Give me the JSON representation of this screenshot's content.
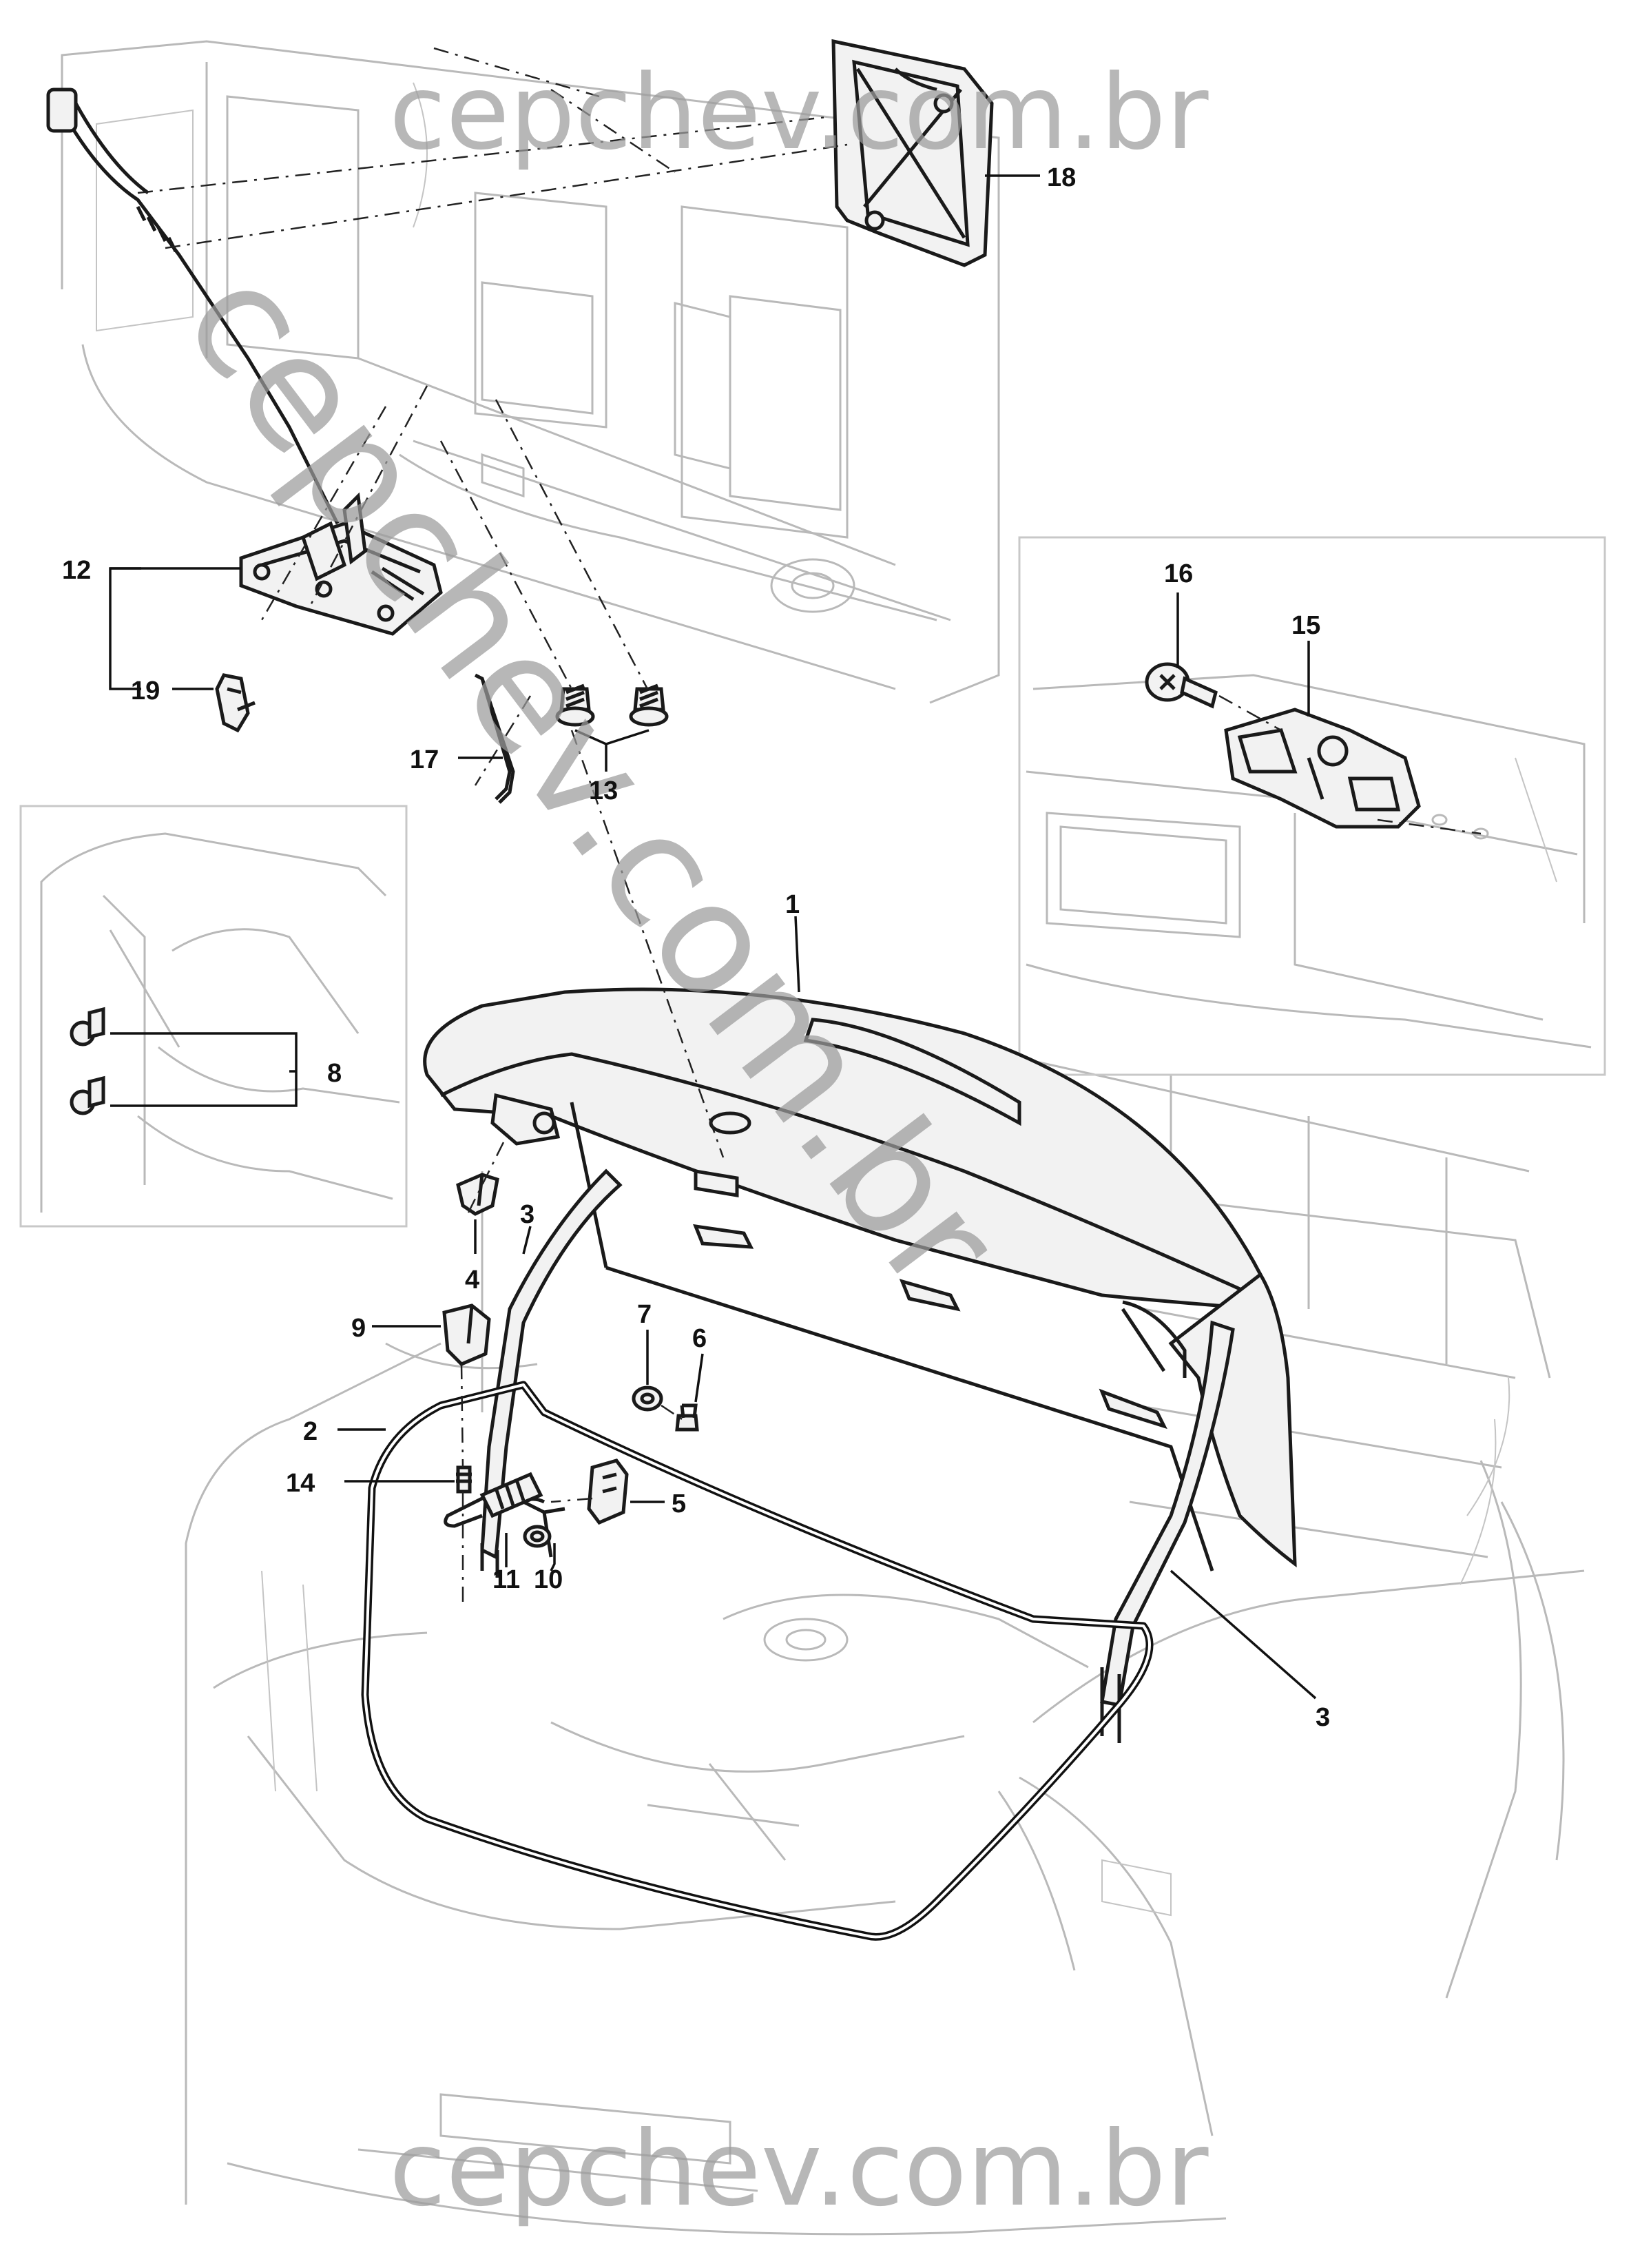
{
  "watermark": {
    "top": "cepchev.com.br",
    "bottom": "cepchev.com.br",
    "diagonal": "cepchev.com.br"
  },
  "callouts": [
    {
      "id": "1",
      "label": "1"
    },
    {
      "id": "2",
      "label": "2"
    },
    {
      "id": "3a",
      "label": "3"
    },
    {
      "id": "3b",
      "label": "3"
    },
    {
      "id": "4",
      "label": "4"
    },
    {
      "id": "5",
      "label": "5"
    },
    {
      "id": "6",
      "label": "6"
    },
    {
      "id": "7",
      "label": "7"
    },
    {
      "id": "8",
      "label": "8"
    },
    {
      "id": "9",
      "label": "9"
    },
    {
      "id": "10",
      "label": "10"
    },
    {
      "id": "11",
      "label": "11"
    },
    {
      "id": "12",
      "label": "12"
    },
    {
      "id": "13",
      "label": "13"
    },
    {
      "id": "14",
      "label": "14"
    },
    {
      "id": "15",
      "label": "15"
    },
    {
      "id": "16",
      "label": "16"
    },
    {
      "id": "17",
      "label": "17"
    },
    {
      "id": "18",
      "label": "18"
    },
    {
      "id": "19",
      "label": "19"
    }
  ],
  "colors": {
    "line": "#111111",
    "ghost_line": "#b9b9b9",
    "watermark": "#9c9c9c",
    "background": "#ffffff"
  }
}
